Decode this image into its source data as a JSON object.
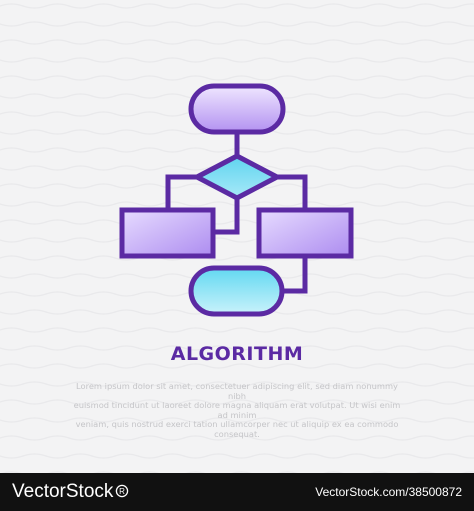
{
  "title": "ALGORITHM",
  "description_lines": [
    "Lorem ipsum dolor sit amet, consectetuer adipiscing elit, sed diam nonummy nibh",
    "euismod tincidunt ut laoreet dolore magna aliquam erat volutpat. Ut wisi enim ad minim",
    "veniam, quis nostrud exerci tation ullamcorper nec ut aliquip ex ea commodo consequat."
  ],
  "footer": {
    "brand": "VectorStock",
    "brand_mark": "®",
    "image_id": "VectorStock.com/38500872"
  },
  "colors": {
    "background": "#f3f3f4",
    "outline": "#5b2aa3",
    "purple_fill_top": "#f0e8ff",
    "purple_fill_bottom": "#b596f2",
    "cyan_fill_top": "#6fdcf3",
    "cyan_fill_bottom": "#c8f1fb",
    "footer_bg": "#111111",
    "footer_text": "#ffffff"
  },
  "icons": [
    "flowchart-icon",
    "vectorstock-logo-icon"
  ]
}
